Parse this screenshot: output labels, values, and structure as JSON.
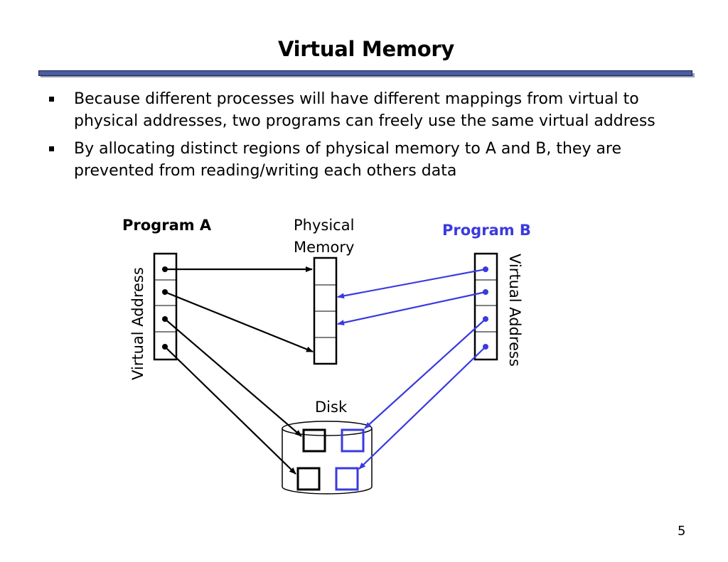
{
  "slide": {
    "title": "Virtual Memory",
    "page_number": "5",
    "bullets": [
      "Because different processes will have different mappings from virtual to physical addresses, two programs can freely use the same virtual address",
      "By allocating distinct regions of physical memory to A and B, they are prevented from reading/writing each others data"
    ]
  },
  "diagram": {
    "program_a": "Program A",
    "program_b": "Program B",
    "physical_memory": [
      "Physical",
      "Memory"
    ],
    "virtual_address_left": "Virtual Address",
    "virtual_address_right": "Virtual Address",
    "disk": "Disk"
  },
  "colors": {
    "program_a": "#000000",
    "program_b": "#3a3ae0",
    "title_rule": "#4a5d9f"
  }
}
